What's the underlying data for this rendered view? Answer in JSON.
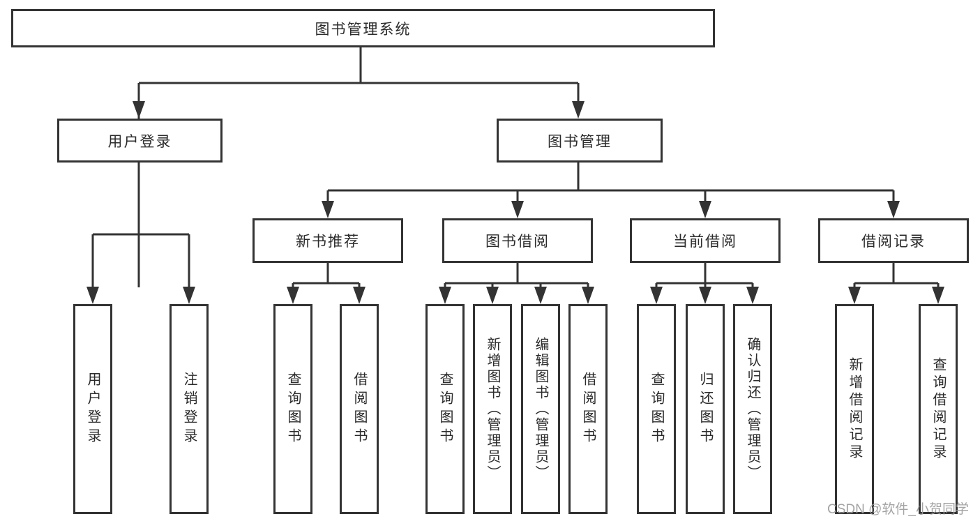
{
  "diagram": {
    "title": "图书管理系统",
    "tree": {
      "label": "图书管理系统",
      "children": [
        {
          "label": "用户登录",
          "children": [
            {
              "label": "用户登录"
            },
            {
              "label": "注销登录"
            }
          ]
        },
        {
          "label": "图书管理",
          "children": [
            {
              "label": "新书推荐",
              "children": [
                {
                  "label": "查询图书"
                },
                {
                  "label": "借阅图书"
                }
              ]
            },
            {
              "label": "图书借阅",
              "children": [
                {
                  "label": "查询图书"
                },
                {
                  "label": "新增图书（管理员）"
                },
                {
                  "label": "编辑图书（管理员）"
                },
                {
                  "label": "借阅图书"
                }
              ]
            },
            {
              "label": "当前借阅",
              "children": [
                {
                  "label": "查询图书"
                },
                {
                  "label": "归还图书"
                },
                {
                  "label": "确认归还（管理员）"
                }
              ]
            },
            {
              "label": "借阅记录",
              "children": [
                {
                  "label": "新增借阅记录"
                },
                {
                  "label": "查询借阅记录"
                }
              ]
            }
          ]
        }
      ]
    }
  },
  "watermark": {
    "text": "CSDN @软件_小贺同学"
  },
  "colors": {
    "line": "#333333",
    "text": "#2b2b2b",
    "box_border": "#333333",
    "background": "#ffffff",
    "watermark": "#9e9e9e"
  }
}
